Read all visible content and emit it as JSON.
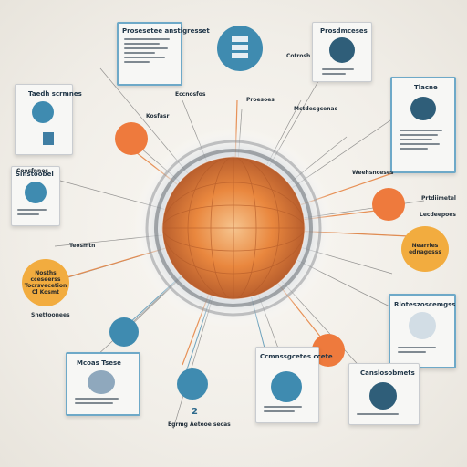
{
  "title_top": "Prosesetee anstigresset",
  "top_right": "Prosdmceses",
  "left_top": "Taedh scrmnes",
  "right_top": "Tlacne",
  "left_mid": "Sinstoobel",
  "right_mid": "Prtdiimetel",
  "right_mid2": "Lecdeepoes",
  "left_label": "Teosmtn",
  "left_blob": "Nosths cceseerss Tocrsvecetion Cl Kosmt",
  "right_blob": "Nearries ednagosss",
  "bottom_left_title": "Mcoas Tsese",
  "bottom_mid_title": "Ccmnssgcetes ccete",
  "bottom_right_title": "Canslosobmets",
  "right_bottom_title": "Rloteszoscemgss",
  "small_labels": [
    "Kosfasr",
    "Eccnosfos",
    "Mctdesgcenas",
    "Proesoes",
    "Snettoonees",
    "Cotrosh",
    "Coesfnnes",
    "Weehsnceses"
  ],
  "bottom_numeral": "2",
  "bottom_caption": "Egrmg Aeteoe secas"
}
